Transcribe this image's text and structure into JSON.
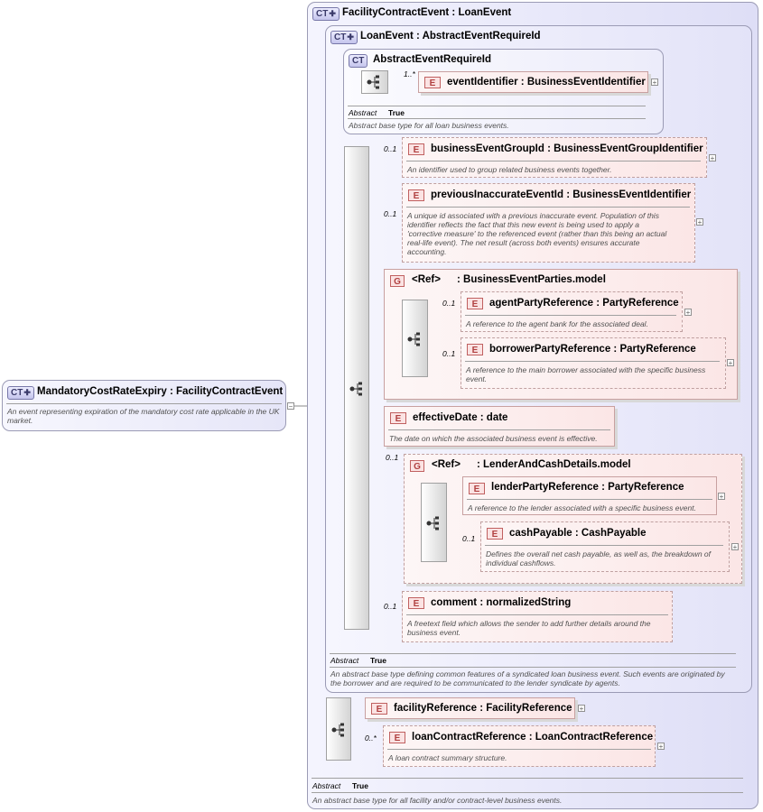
{
  "root": {
    "badge": "CT",
    "title": "MandatoryCostRateExpiry : FacilityContractEvent",
    "description": "An event representing expiration of the mandatory cost rate applicable in the UK market."
  },
  "facility_contract_event": {
    "badge": "CT",
    "title": "FacilityContractEvent : LoanEvent",
    "abstract_label": "Abstract",
    "abstract_value": "True",
    "description": "An abstract base type for all facility and/or contract-level business events."
  },
  "loan_event": {
    "badge": "CT",
    "title": "LoanEvent : AbstractEventRequireId",
    "abstract_label": "Abstract",
    "abstract_value": "True",
    "description": "An abstract base type defining common features of a syndicated loan business event. Such events are originated by the borrower and are required to be communicated to the lender syndicate by agents."
  },
  "abstract_event_require_id": {
    "badge": "CT",
    "title": "AbstractEventRequireId",
    "abstract_label": "Abstract",
    "abstract_value": "True",
    "description": "Abstract base type for all loan business events."
  },
  "elements": {
    "event_identifier": {
      "badge": "E",
      "title": "eventIdentifier : BusinessEventIdentifier",
      "cardinality": "1..*"
    },
    "business_event_group_id": {
      "badge": "E",
      "title": "businessEventGroupId : BusinessEventGroupIdentifier",
      "cardinality": "0..1",
      "description": "An identifier used to group related business events together."
    },
    "previous_inaccurate_event_id": {
      "badge": "E",
      "title": "previousInaccurateEventId : BusinessEventIdentifier",
      "cardinality": "0..1",
      "description_lines": [
        "A unique id associated with a previous inaccurate event. Population of this",
        "identifier reflects the fact that this new event is being used to apply a",
        "'corrective measure' to the referenced event (rather than this being an actual",
        "real-life event). The net result (across both events) ensures accurate",
        "accounting."
      ]
    },
    "business_event_parties": {
      "badge": "G",
      "ref": "<Ref>",
      "title": ": BusinessEventParties.model"
    },
    "agent_party_reference": {
      "badge": "E",
      "title": "agentPartyReference : PartyReference",
      "cardinality": "0..1",
      "description": "A reference to the agent bank for the associated deal."
    },
    "borrower_party_reference": {
      "badge": "E",
      "title": "borrowerPartyReference : PartyReference",
      "cardinality": "0..1",
      "description_lines": [
        "A reference to the main borrower associated with the specific business",
        "event."
      ]
    },
    "effective_date": {
      "badge": "E",
      "title": "effectiveDate : date",
      "description": "The date on which the associated business event is effective."
    },
    "lender_and_cash_details": {
      "badge": "G",
      "ref": "<Ref>",
      "title": ": LenderAndCashDetails.model",
      "cardinality": "0..1"
    },
    "lender_party_reference": {
      "badge": "E",
      "title": "lenderPartyReference : PartyReference",
      "description": "A reference to the lender associated with a specific business event."
    },
    "cash_payable": {
      "badge": "E",
      "title": "cashPayable : CashPayable",
      "cardinality": "0..1",
      "description_lines": [
        "Defines the overall net cash payable, as well as, the breakdown of",
        "individual cashflows."
      ]
    },
    "comment": {
      "badge": "E",
      "title": "comment : normalizedString",
      "cardinality": "0..1",
      "description_lines": [
        "A freetext field which allows the sender to add further details around the",
        "business event."
      ]
    },
    "facility_reference": {
      "badge": "E",
      "title": "facilityReference : FacilityReference"
    },
    "loan_contract_reference": {
      "badge": "E",
      "title": "loanContractReference : LoanContractReference",
      "cardinality": "0..*",
      "description": "A loan contract summary structure."
    }
  },
  "colors": {
    "complex_type_fill": "#dedef6",
    "element_fill": "#fbe6e6",
    "connector": "#909090"
  }
}
